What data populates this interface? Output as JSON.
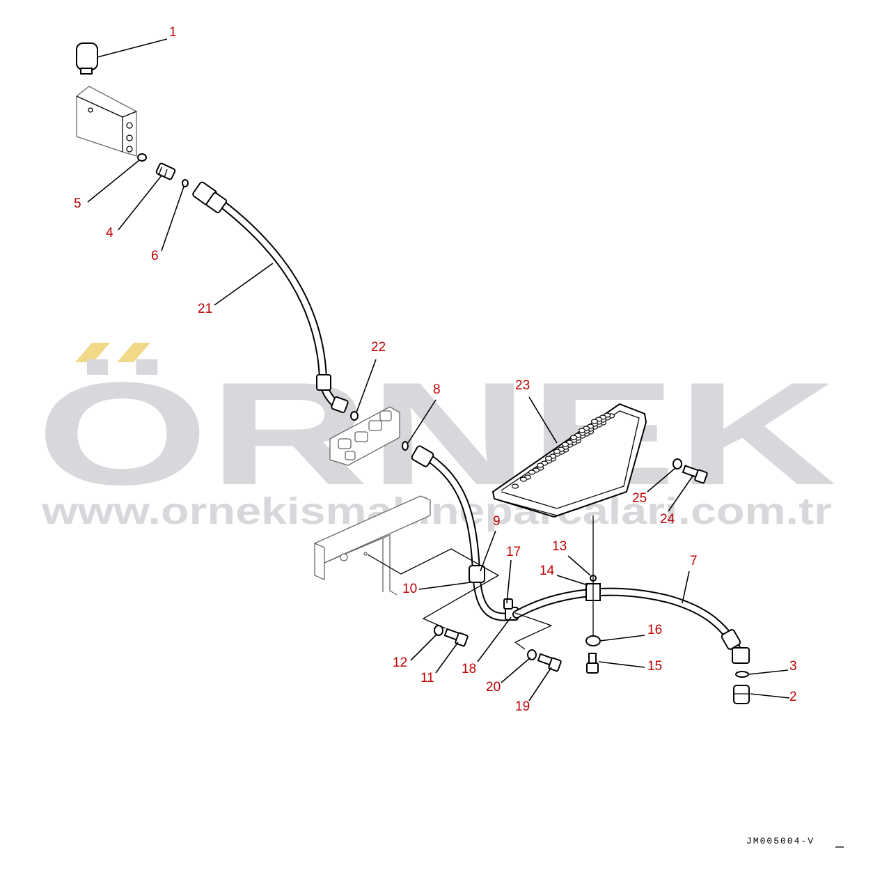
{
  "watermark": {
    "brand": "ÖRNEK",
    "url": "www.ornekismakineparcalari.com.tr",
    "accent_color": "#f2d98a",
    "text_color": "#d8d8dc"
  },
  "drawing_code": "JM005004-V",
  "callout_color": "#c00000",
  "callouts": {
    "c1": "1",
    "c2": "2",
    "c3": "3",
    "c4": "4",
    "c5": "5",
    "c6": "6",
    "c7": "7",
    "c8": "8",
    "c9": "9",
    "c10": "10",
    "c11": "11",
    "c12": "12",
    "c13": "13",
    "c14": "14",
    "c15": "15",
    "c16": "16",
    "c17": "17",
    "c18": "18",
    "c19": "19",
    "c20": "20",
    "c21": "21",
    "c22": "22",
    "c23": "23",
    "c24": "24",
    "c25": "25"
  }
}
